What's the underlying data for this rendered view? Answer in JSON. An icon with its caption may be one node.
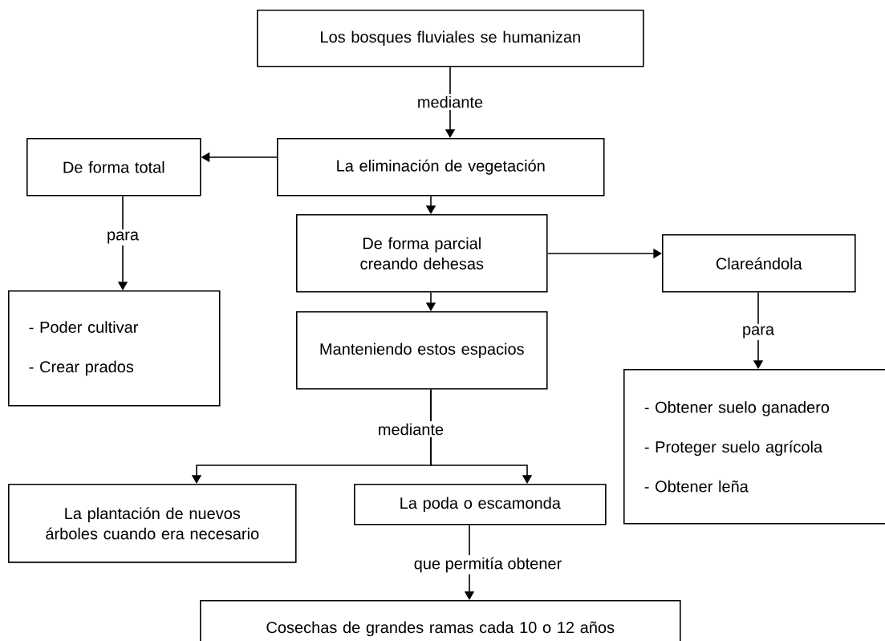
{
  "diagram": {
    "nodes": [
      {
        "text": [
          "Los bosques fluviales se humanizan"
        ]
      },
      {
        "text": [
          "La eliminación de vegetación"
        ]
      },
      {
        "text": [
          "De forma total"
        ]
      },
      {
        "text": [
          "- Poder cultivar",
          "- Crear prados"
        ]
      },
      {
        "text": [
          "De forma parcial creando dehesas"
        ]
      },
      {
        "text": [
          "Clareándola"
        ]
      },
      {
        "text": [
          "- Obtener suelo ganadero",
          "- Proteger suelo agrícola",
          "- Obtener leña"
        ]
      },
      {
        "text": [
          "Manteniendo estos espacios"
        ]
      },
      {
        "text": [
          "La plantación de nuevos árboles cuando era necesario"
        ]
      },
      {
        "text": [
          "La poda o escamonda"
        ]
      },
      {
        "text": [
          "Cosechas de grandes ramas cada 10 o 12 años"
        ]
      }
    ],
    "edges": [
      {
        "from": 0,
        "to": 1,
        "arrow": "to",
        "label": "mediante"
      },
      {
        "from": 1,
        "to": 2,
        "arrow": "to"
      },
      {
        "from": 2,
        "to": 3,
        "arrow": "to",
        "label": "para"
      },
      {
        "from": 1,
        "to": 4,
        "arrow": "to"
      },
      {
        "from": 4,
        "to": 5,
        "arrow": "to"
      },
      {
        "from": 5,
        "to": 6,
        "arrow": "to",
        "label": "para"
      },
      {
        "from": 4,
        "to": 7,
        "arrow": "to"
      },
      {
        "from": 7,
        "to": 8,
        "arrow": "to",
        "label": "mediante"
      },
      {
        "from": 7,
        "to": 9,
        "arrow": "to"
      },
      {
        "from": 9,
        "to": 10,
        "arrow": "to",
        "label": "que permitía obtener"
      }
    ]
  }
}
